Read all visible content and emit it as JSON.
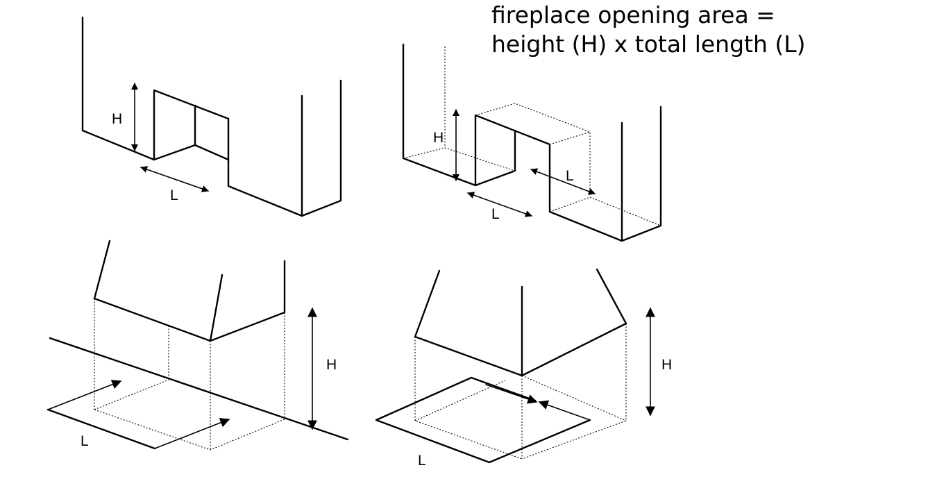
{
  "formula": {
    "line1": "fireplace opening area =",
    "line2": "height (H) x total length (L)"
  },
  "labels": {
    "height": "H",
    "length": "L"
  }
}
